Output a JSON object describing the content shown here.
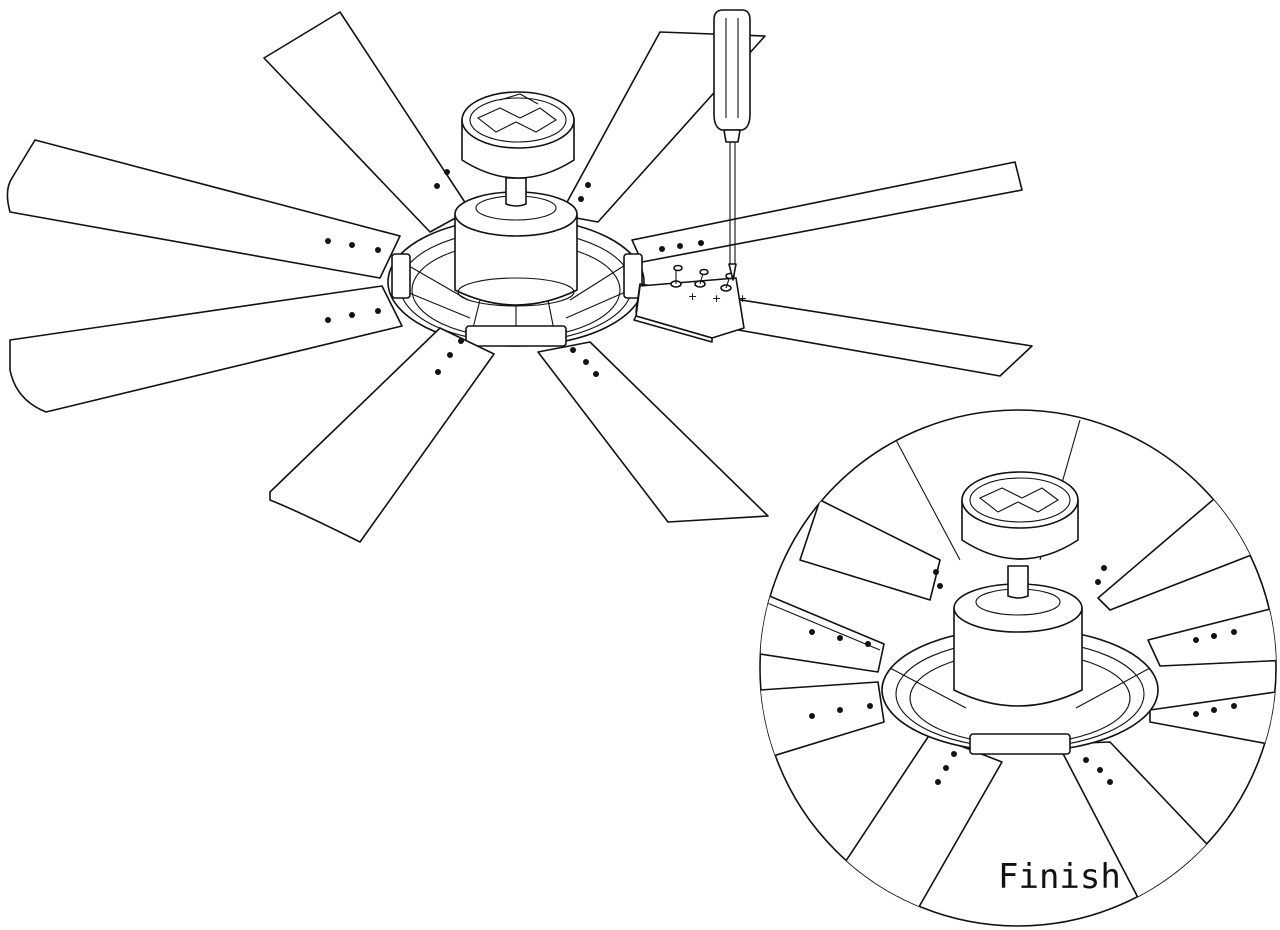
{
  "figure": {
    "caption": "Finish",
    "views": [
      "assembly-step-view",
      "finished-detail-view"
    ],
    "blade_count": 8,
    "tool": "screwdriver-icon",
    "fastener": "screw-icon"
  }
}
